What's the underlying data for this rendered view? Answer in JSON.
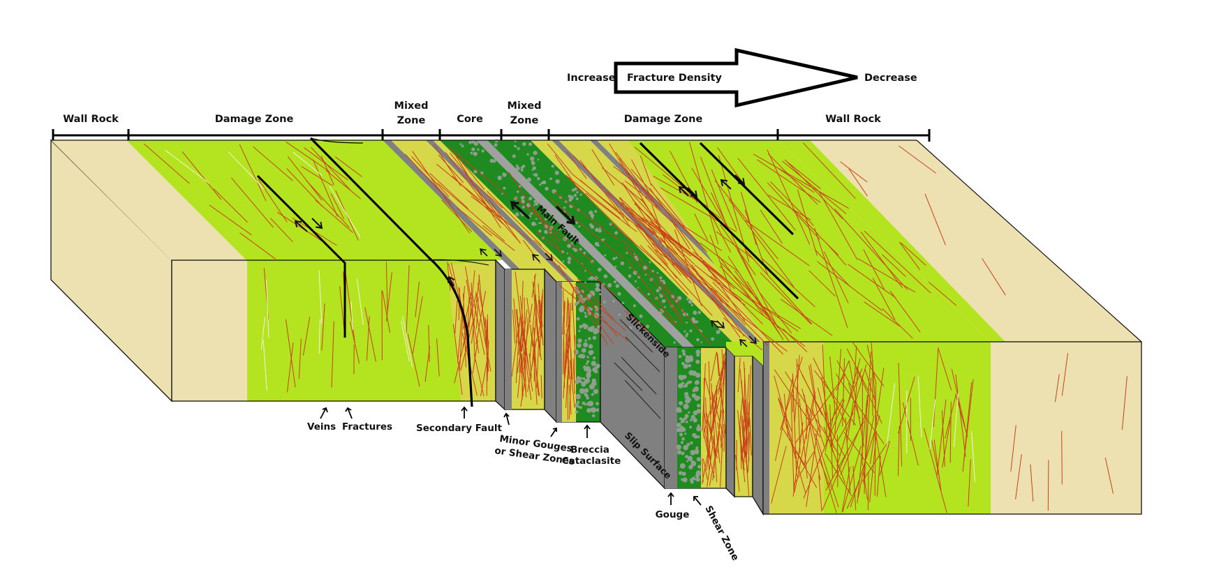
{
  "density_arrow": {
    "left_label": "Increase",
    "center_label": "Fracture Density",
    "right_label": "Decrease"
  },
  "zones": [
    {
      "label": "Wall Rock"
    },
    {
      "label": "Damage Zone"
    },
    {
      "label_line1": "Mixed",
      "label_line2": "Zone"
    },
    {
      "label": "Core"
    },
    {
      "label_line1": "Mixed",
      "label_line2": "Zone"
    },
    {
      "label": "Damage Zone"
    },
    {
      "label": "Wall Rock"
    }
  ],
  "annotations": {
    "veins": "Veins",
    "fractures": "Fractures",
    "secondary_fault": "Secondary Fault",
    "minor_gouges_line1": "Minor Gouges",
    "minor_gouges_line2": "or Shear Zones",
    "breccia_line1": "Breccia",
    "breccia_line2": "Cataclasite",
    "slickenside": "Slickenside",
    "slip_surface": "Slip Surface",
    "main_fault": "Main Fault",
    "gouge": "Gouge",
    "shear_zone": "Shear Zone"
  },
  "colors": {
    "wall_rock": "#ede1b2",
    "damage_zone": "#b4e31f",
    "mixed_zone": "#d6d84a",
    "core_green": "#1f8a1f",
    "gouge_gray": "#808080",
    "fracture_red": "#c8401a",
    "vein_white": "#f4f4e0",
    "outline": "#111111"
  }
}
